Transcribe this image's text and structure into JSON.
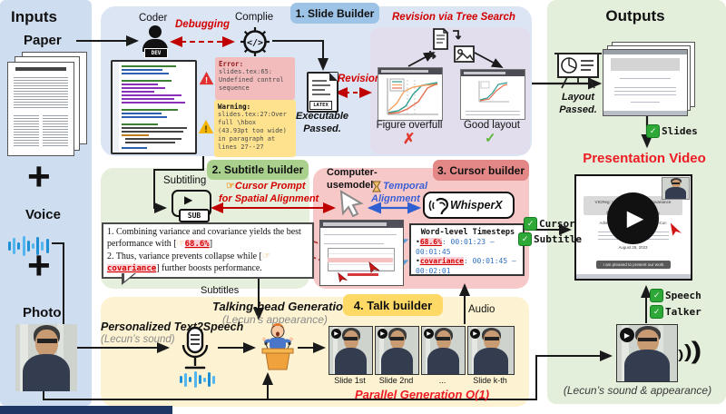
{
  "icons": {
    "check": "✓",
    "cross": "✗",
    "plus": "+",
    "finger": "☞",
    "play": "▶",
    "bullet": "•",
    "dev": "DEV",
    "sub": "SUB",
    "latex": "LATEX",
    "sound_waves": ")))"
  },
  "inputs_panel": {
    "title": "Inputs",
    "paper_label": "Paper",
    "voice_label": "Voice",
    "photo_label": "Photo"
  },
  "slide_builder": {
    "badge": "1. Slide Builder",
    "coder_label": "Coder",
    "compile_label": "Complie",
    "debugging_label": "Debugging",
    "tree_search_title": "Revision via Tree Search",
    "error": {
      "title": "Error:",
      "lines": [
        "slides.tex:65:",
        "Undefined control",
        "sequence"
      ]
    },
    "warning": {
      "title": "Warning:",
      "lines": [
        "slides.tex:27:Over",
        "full \\hbox",
        "(43.93pt too wide)",
        "in paragraph at",
        "lines 27--27"
      ]
    },
    "executable_line1": "Executable",
    "executable_line2": "Passed.",
    "revision_label": "Revision",
    "figure_overfull_label": "Figure overfull",
    "good_layout_label": "Good layout"
  },
  "subtitle_builder": {
    "badge": "2. Subtitle builder",
    "subtitling_label": "Subtitling",
    "cursor_prompt_line1": "Cursor Prompt",
    "cursor_prompt_line2": "for Spatial Alignment",
    "bubble": {
      "s1a": "1. Combining variance and covariance yields the best performance with [",
      "v1": "68.6%",
      "s1b": "]",
      "s2a": "2. Thus, variance prevents collapse while [",
      "v2": "covariance",
      "s2b": "] further boosts performance."
    },
    "subtitles_label": "Subtitles"
  },
  "cursor_builder": {
    "badge": "3. Cursor builder",
    "computer_use_line1": "Computer-",
    "computer_use_line2": "usemodel",
    "temporal_line1": "Temporal",
    "temporal_line2": "Alignment",
    "whisperx_label": "WhisperX",
    "timesteps": {
      "title": "Word-level Timesteps",
      "entries": [
        {
          "term": "68.6%",
          "range": ": 00:01:23 – 00:01:45"
        },
        {
          "term": "covariance",
          "range": ": 00:01:45 – 00:02:01"
        }
      ]
    }
  },
  "talk_builder": {
    "badge": "4. Talk builder",
    "talking_head_title": "Talking-head Generation",
    "talking_head_sub": "(Lecun’s appearance)",
    "t2s_title": "Personalized Text2Speech",
    "t2s_sub": "(Lecun’s sound)",
    "audio_label": "Audio",
    "slides": [
      "Slide 1st",
      "Slide 2nd",
      "...",
      "Slide k-th"
    ],
    "parallel_label": "Parallel Generation O(1)"
  },
  "outputs_panel": {
    "title": "Outputs",
    "layout_line1": "Layout",
    "layout_line2": "Passed.",
    "slides_tag": "Slides",
    "presentation_video_title": "Presentation Video",
    "video": {
      "title_line1": "VICReg: Variance-Invariance-Covariance Regularization",
      "title_line2": "for Self-Supervised Learning",
      "authors": "Adrien Bardes    Jean Ponce    Yann LeCun",
      "date": "August 28, 2023",
      "caption": "I am pleased to present our work"
    },
    "cursor_tag": "Cursor",
    "subtitle_tag": "Subtitle",
    "speech_tag": "Speech",
    "talker_tag": "Talker",
    "lecun_caption": "(Lecun’s sound & appearance)"
  }
}
